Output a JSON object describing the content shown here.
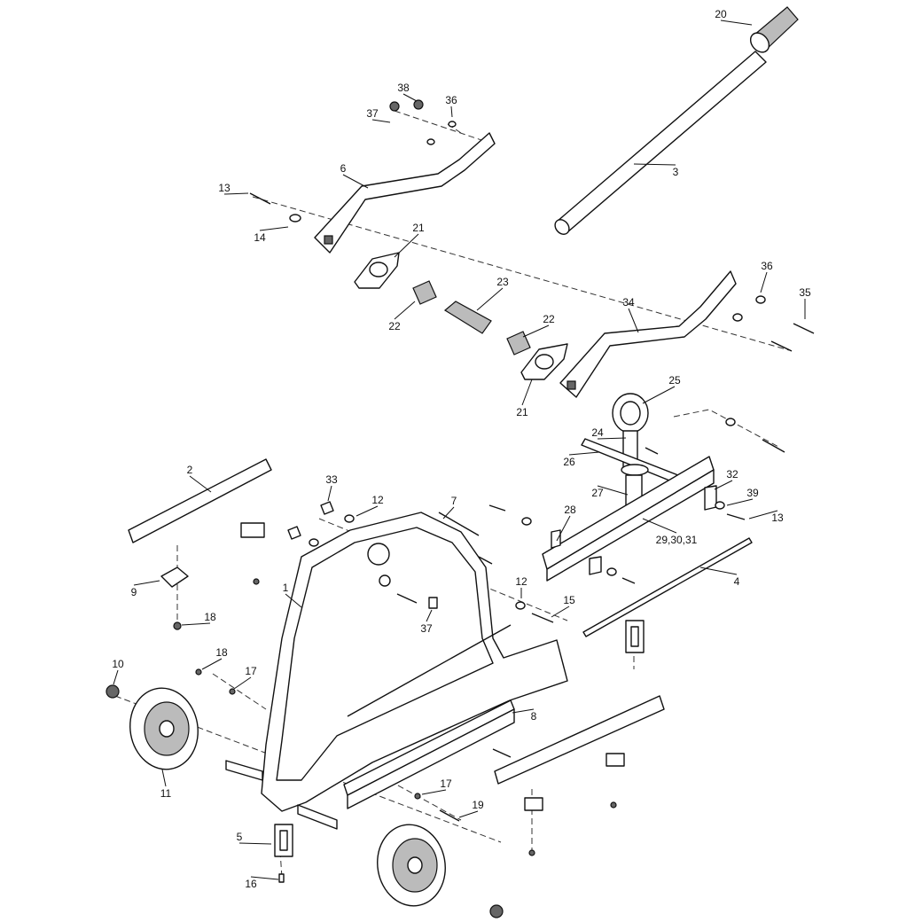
{
  "title": "Exploded parts diagram - saw cart frame assembly",
  "callouts": [
    {
      "id": "20",
      "text": "20"
    },
    {
      "id": "3",
      "text": "3"
    },
    {
      "id": "38",
      "text": "38"
    },
    {
      "id": "36a",
      "text": "36"
    },
    {
      "id": "37a",
      "text": "37"
    },
    {
      "id": "6",
      "text": "6"
    },
    {
      "id": "13a",
      "text": "13"
    },
    {
      "id": "14",
      "text": "14"
    },
    {
      "id": "21a",
      "text": "21"
    },
    {
      "id": "23",
      "text": "23"
    },
    {
      "id": "22a",
      "text": "22"
    },
    {
      "id": "22b",
      "text": "22"
    },
    {
      "id": "21b",
      "text": "21"
    },
    {
      "id": "36b",
      "text": "36"
    },
    {
      "id": "35",
      "text": "35"
    },
    {
      "id": "34",
      "text": "34"
    },
    {
      "id": "25",
      "text": "25"
    },
    {
      "id": "24",
      "text": "24"
    },
    {
      "id": "26",
      "text": "26"
    },
    {
      "id": "27",
      "text": "27"
    },
    {
      "id": "28",
      "text": "28"
    },
    {
      "id": "29_31",
      "text": "29,30,31"
    },
    {
      "id": "32",
      "text": "32"
    },
    {
      "id": "39",
      "text": "39"
    },
    {
      "id": "13b",
      "text": "13"
    },
    {
      "id": "4",
      "text": "4"
    },
    {
      "id": "2",
      "text": "2"
    },
    {
      "id": "33",
      "text": "33"
    },
    {
      "id": "12a",
      "text": "12"
    },
    {
      "id": "7",
      "text": "7"
    },
    {
      "id": "9",
      "text": "9"
    },
    {
      "id": "18a",
      "text": "18"
    },
    {
      "id": "1",
      "text": "1"
    },
    {
      "id": "12b",
      "text": "12"
    },
    {
      "id": "15",
      "text": "15"
    },
    {
      "id": "37b",
      "text": "37"
    },
    {
      "id": "10",
      "text": "10"
    },
    {
      "id": "18b",
      "text": "18"
    },
    {
      "id": "17a",
      "text": "17"
    },
    {
      "id": "8",
      "text": "8"
    },
    {
      "id": "11",
      "text": "11"
    },
    {
      "id": "17b",
      "text": "17"
    },
    {
      "id": "19",
      "text": "19"
    },
    {
      "id": "5",
      "text": "5"
    },
    {
      "id": "16",
      "text": "16"
    }
  ]
}
